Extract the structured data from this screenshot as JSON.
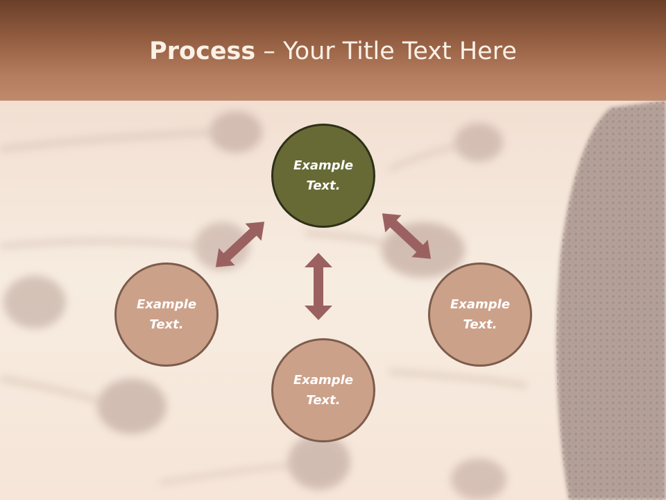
{
  "slide": {
    "title_bold": "Process",
    "title_rest": " – Your Title Text Here"
  },
  "diagram": {
    "center": {
      "line1": "Example",
      "line2": "Text."
    },
    "left": {
      "line1": "Example",
      "line2": "Text."
    },
    "right": {
      "line1": "Example",
      "line2": "Text."
    },
    "bottom": {
      "line1": "Example",
      "line2": "Text."
    }
  },
  "colors": {
    "header": "#8f5a3e",
    "center_fill": "#676a35",
    "node_fill": "#cca189",
    "arrow": "#9b6161"
  }
}
